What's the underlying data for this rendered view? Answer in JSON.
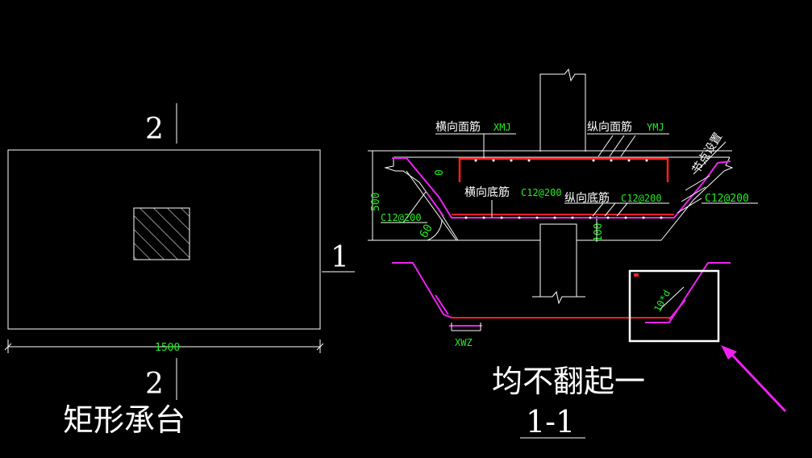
{
  "left_view": {
    "section_mark_top": "2",
    "section_mark_bottom": "2",
    "section_mark_right": "1",
    "dimension": "1500",
    "title": "矩形承台"
  },
  "section_view": {
    "label_transverse_top": "横向面筋",
    "label_transverse_top_code": "XMJ",
    "label_longitudinal_top": "纵向面筋",
    "label_longitudinal_top_code": "YMJ",
    "label_node_setting": "节点设置",
    "label_transverse_bottom": "横向底筋",
    "label_transverse_bottom_code": "C12@200",
    "label_longitudinal_bottom": "纵向底筋",
    "label_longitudinal_bottom_code": "C12@200",
    "label_right_rebar": "C12@200",
    "label_left_rebar": "C12@200",
    "dim_500": "500",
    "dim_0": "0",
    "dim_100": "100",
    "angle_60": "60",
    "label_xwz": "XWZ",
    "label_10d": "10*d",
    "note": "均不翻起一",
    "section_title": "1-1"
  },
  "colors": {
    "background": "#000000",
    "line": "#ffffff",
    "rebar_red": "#ff2020",
    "rebar_magenta": "#ee22ee",
    "text_green": "#22ee22",
    "arrow": "#ee22ee"
  }
}
